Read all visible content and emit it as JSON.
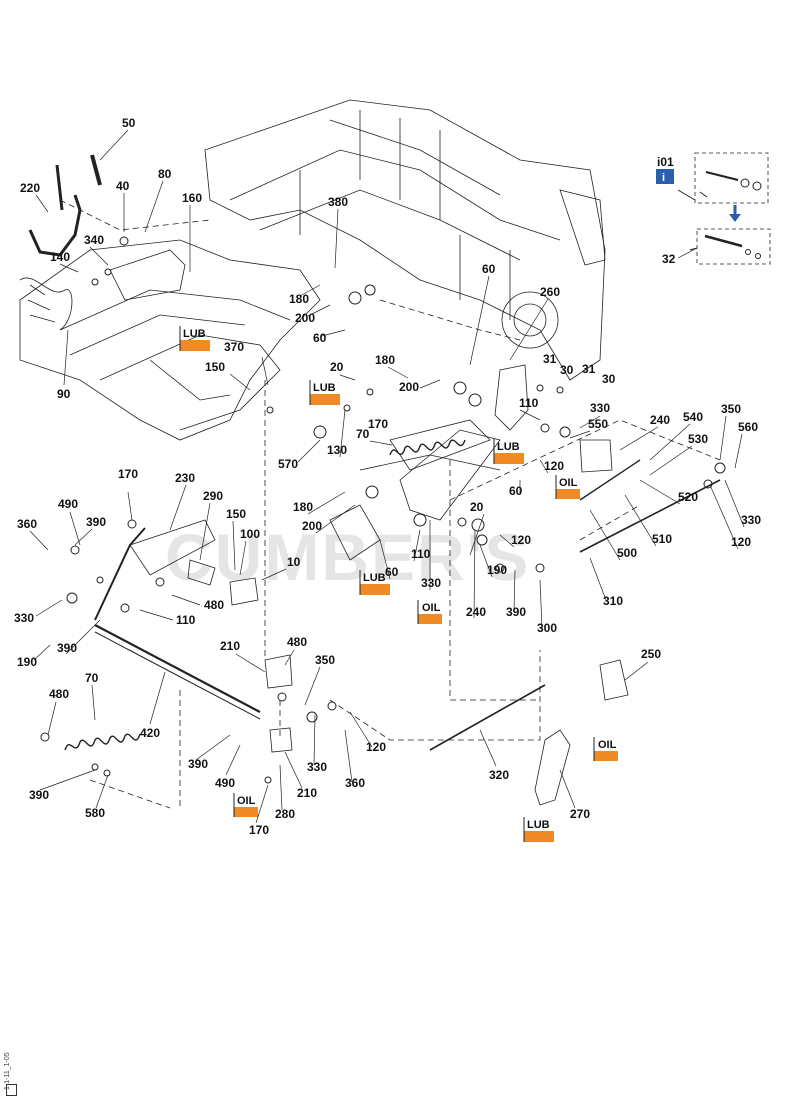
{
  "watermark": "CUMBER'S",
  "info_box": {
    "label": "i01",
    "icon": "info-icon"
  },
  "badges": {
    "lub": "LUB",
    "oil": "OIL"
  },
  "callouts": [
    {
      "id": "c50",
      "label": "50"
    },
    {
      "id": "c220",
      "label": "220"
    },
    {
      "id": "c40",
      "label": "40"
    },
    {
      "id": "c80",
      "label": "80"
    },
    {
      "id": "c160",
      "label": "160"
    },
    {
      "id": "c380",
      "label": "380"
    },
    {
      "id": "c340",
      "label": "340"
    },
    {
      "id": "c140",
      "label": "140"
    },
    {
      "id": "c90",
      "label": "90"
    },
    {
      "id": "c180a",
      "label": "180"
    },
    {
      "id": "c200a",
      "label": "200"
    },
    {
      "id": "c60a",
      "label": "60"
    },
    {
      "id": "c60b",
      "label": "60"
    },
    {
      "id": "c260",
      "label": "260"
    },
    {
      "id": "c370",
      "label": "370"
    },
    {
      "id": "c150a",
      "label": "150"
    },
    {
      "id": "c20a",
      "label": "20"
    },
    {
      "id": "c180b",
      "label": "180"
    },
    {
      "id": "c200b",
      "label": "200"
    },
    {
      "id": "c31a",
      "label": "31"
    },
    {
      "id": "c30a",
      "label": "30"
    },
    {
      "id": "c31b",
      "label": "31"
    },
    {
      "id": "c30b",
      "label": "30"
    },
    {
      "id": "c170a",
      "label": "170"
    },
    {
      "id": "c110a",
      "label": "110"
    },
    {
      "id": "c330a",
      "label": "330"
    },
    {
      "id": "c240a",
      "label": "240"
    },
    {
      "id": "c540",
      "label": "540"
    },
    {
      "id": "c350a",
      "label": "350"
    },
    {
      "id": "c560",
      "label": "560"
    },
    {
      "id": "c550",
      "label": "550"
    },
    {
      "id": "c530",
      "label": "530"
    },
    {
      "id": "c570",
      "label": "570"
    },
    {
      "id": "c130",
      "label": "130"
    },
    {
      "id": "c70a",
      "label": "70"
    },
    {
      "id": "c120a",
      "label": "120"
    },
    {
      "id": "c60c",
      "label": "60"
    },
    {
      "id": "c520",
      "label": "520"
    },
    {
      "id": "c330b",
      "label": "330"
    },
    {
      "id": "c120b",
      "label": "120"
    },
    {
      "id": "c170b",
      "label": "170"
    },
    {
      "id": "c230",
      "label": "230"
    },
    {
      "id": "c180c",
      "label": "180"
    },
    {
      "id": "c20b",
      "label": "20"
    },
    {
      "id": "c490a",
      "label": "490"
    },
    {
      "id": "c290",
      "label": "290"
    },
    {
      "id": "c200c",
      "label": "200"
    },
    {
      "id": "c510",
      "label": "510"
    },
    {
      "id": "c500",
      "label": "500"
    },
    {
      "id": "c360a",
      "label": "360"
    },
    {
      "id": "c390a",
      "label": "390"
    },
    {
      "id": "c150b",
      "label": "150"
    },
    {
      "id": "c100",
      "label": "100"
    },
    {
      "id": "c120c",
      "label": "120"
    },
    {
      "id": "c110b",
      "label": "110"
    },
    {
      "id": "c60d",
      "label": "60"
    },
    {
      "id": "c10",
      "label": "10"
    },
    {
      "id": "c330c",
      "label": "330"
    },
    {
      "id": "c190a",
      "label": "190"
    },
    {
      "id": "c480a",
      "label": "480"
    },
    {
      "id": "c330d",
      "label": "330"
    },
    {
      "id": "c390b",
      "label": "390"
    },
    {
      "id": "c310",
      "label": "310"
    },
    {
      "id": "c110c",
      "label": "110"
    },
    {
      "id": "c240b",
      "label": "240"
    },
    {
      "id": "c300",
      "label": "300"
    },
    {
      "id": "c190b",
      "label": "190"
    },
    {
      "id": "c390c",
      "label": "390"
    },
    {
      "id": "c210a",
      "label": "210"
    },
    {
      "id": "c480b",
      "label": "480"
    },
    {
      "id": "c250",
      "label": "250"
    },
    {
      "id": "c480c",
      "label": "480"
    },
    {
      "id": "c70b",
      "label": "70"
    },
    {
      "id": "c350b",
      "label": "350"
    },
    {
      "id": "c420",
      "label": "420"
    },
    {
      "id": "c120d",
      "label": "120"
    },
    {
      "id": "c390d",
      "label": "390"
    },
    {
      "id": "c330e",
      "label": "330"
    },
    {
      "id": "c360b",
      "label": "360"
    },
    {
      "id": "c320",
      "label": "320"
    },
    {
      "id": "c390e",
      "label": "390"
    },
    {
      "id": "c490b",
      "label": "490"
    },
    {
      "id": "c210b",
      "label": "210"
    },
    {
      "id": "c580",
      "label": "580"
    },
    {
      "id": "c280",
      "label": "280"
    },
    {
      "id": "c270",
      "label": "270"
    },
    {
      "id": "c170c",
      "label": "170"
    },
    {
      "id": "c32",
      "label": "32"
    }
  ],
  "doc_code": "1-1-11_1-05"
}
